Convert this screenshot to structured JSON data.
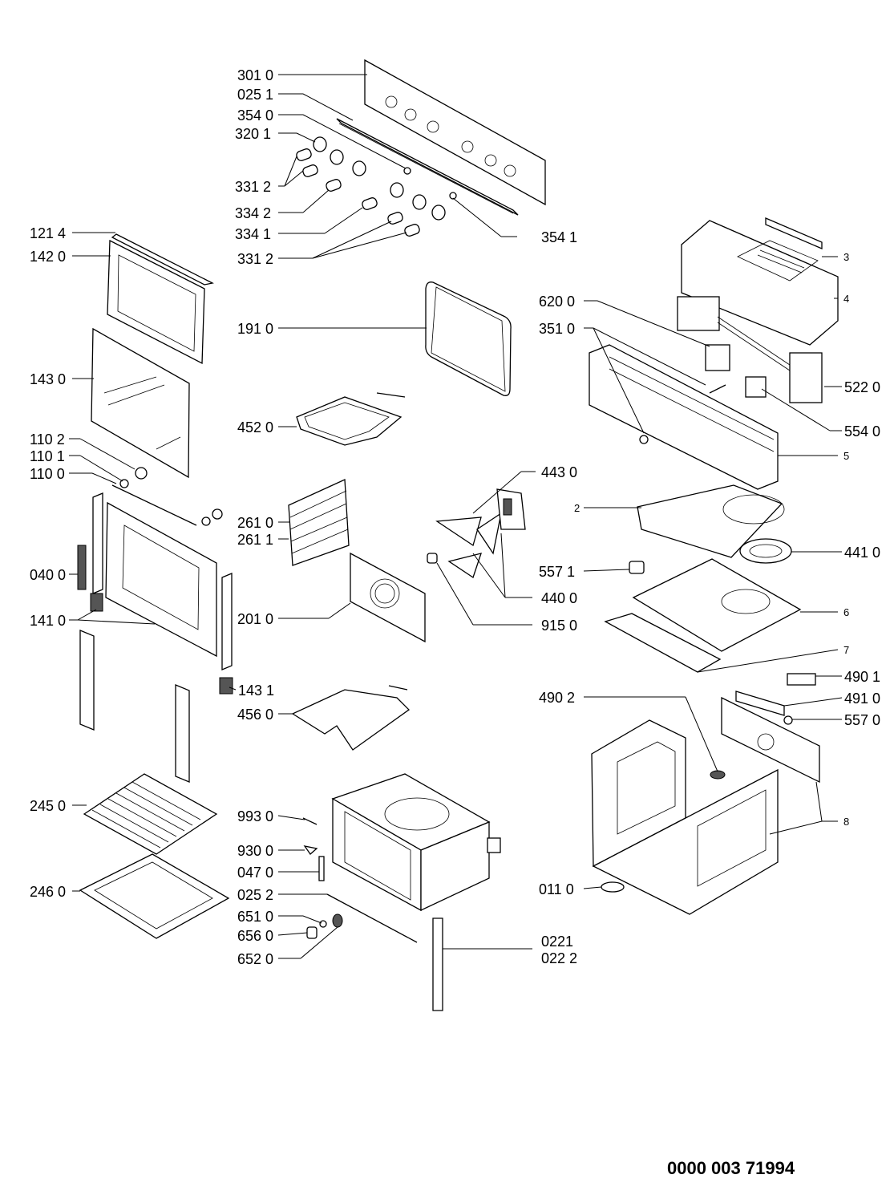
{
  "document_code": "0000 003 71994",
  "labels": {
    "l3010": "301 0",
    "l0251": "025 1",
    "l3540": "354 0",
    "l3201": "320 1",
    "l3312a": "331 2",
    "l3342": "334 2",
    "l3341": "334 1",
    "l3312b": "331 2",
    "l3541": "354 1",
    "l1214": "121 4",
    "l1420": "142 0",
    "l1910": "191 0",
    "l1430": "143 0",
    "l4520": "452 0",
    "l1102": "110 2",
    "l1101": "110 1",
    "l1100": "110 0",
    "l2610": "261 0",
    "l2611": "261 1",
    "l0400": "040 0",
    "l1410": "141 0",
    "l2010": "201 0",
    "l1431": "143 1",
    "l4560": "456 0",
    "l2450": "245 0",
    "l2460": "246 0",
    "l9930": "993 0",
    "l9300": "930 0",
    "l0470": "047 0",
    "l0252": "025 2",
    "l6510": "651 0",
    "l6560": "656 0",
    "l6520": "652 0",
    "l0221": "0221",
    "l0222": "022 2",
    "l6200": "620 0",
    "l3510": "351 0",
    "l5220": "522 0",
    "l5540": "554 0",
    "l4430": "443 0",
    "l4410": "441 0",
    "l5571": "557 1",
    "l4400": "440 0",
    "l9150": "915 0",
    "l4901": "490 1",
    "l4902": "490 2",
    "l4910": "491 0",
    "l5570": "557 0",
    "l0110": "011 0",
    "n3": "3",
    "n4": "4",
    "n5": "5",
    "n2": "2",
    "n6": "6",
    "n7": "7",
    "n8": "8"
  }
}
